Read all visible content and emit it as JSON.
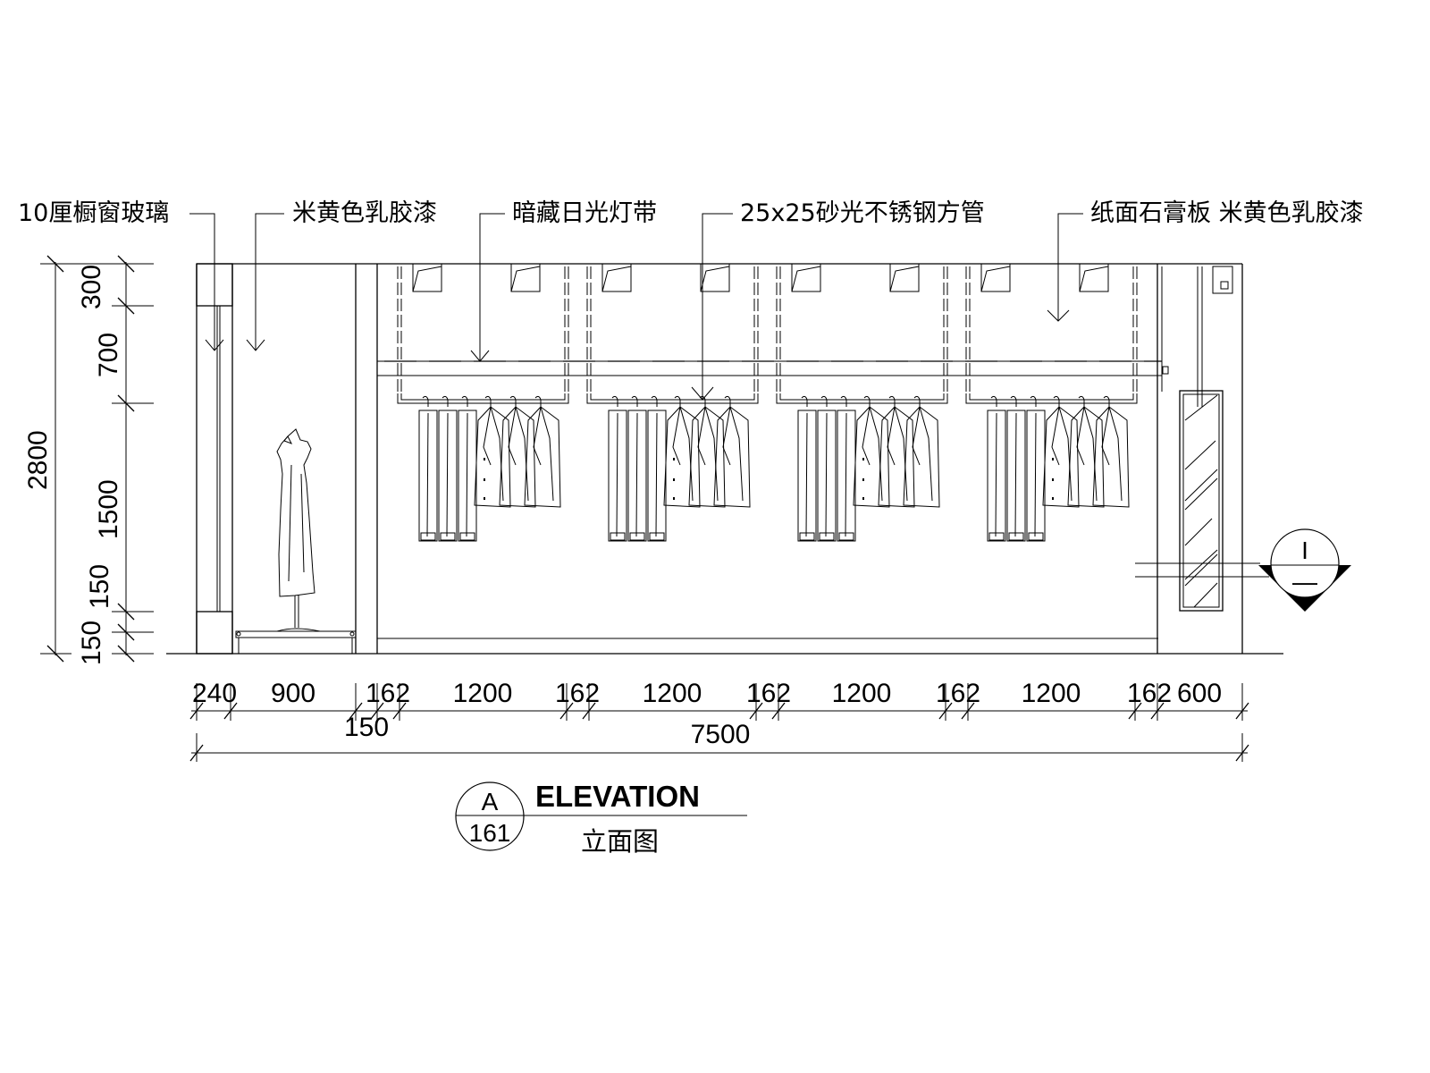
{
  "annotations": [
    {
      "id": "glass",
      "label": "10厘橱窗玻璃"
    },
    {
      "id": "paint-left",
      "label": "米黄色乳胶漆"
    },
    {
      "id": "light-strip",
      "label": "暗藏日光灯带"
    },
    {
      "id": "steel-tube",
      "label": "25x25砂光不锈钢方管"
    },
    {
      "id": "gypsum",
      "label": "纸面石膏板 米黄色乳胶漆"
    }
  ],
  "vertical_dimensions": {
    "overall": "2800",
    "segments": [
      "300",
      "700",
      "1500",
      "150",
      "150"
    ]
  },
  "horizontal_dimensions": {
    "segments": [
      "240",
      "900",
      "150",
      "162",
      "1200",
      "162",
      "1200",
      "162",
      "1200",
      "162",
      "1200",
      "162",
      "600"
    ],
    "overall": "7500"
  },
  "title_block": {
    "bubble_top": "A",
    "bubble_bottom": "161",
    "title": "ELEVATION",
    "subtitle": "立面图"
  },
  "section_marker": {
    "top": "I",
    "bottom": "—"
  },
  "colors": {
    "ink": "#000000",
    "paper": "#ffffff"
  }
}
